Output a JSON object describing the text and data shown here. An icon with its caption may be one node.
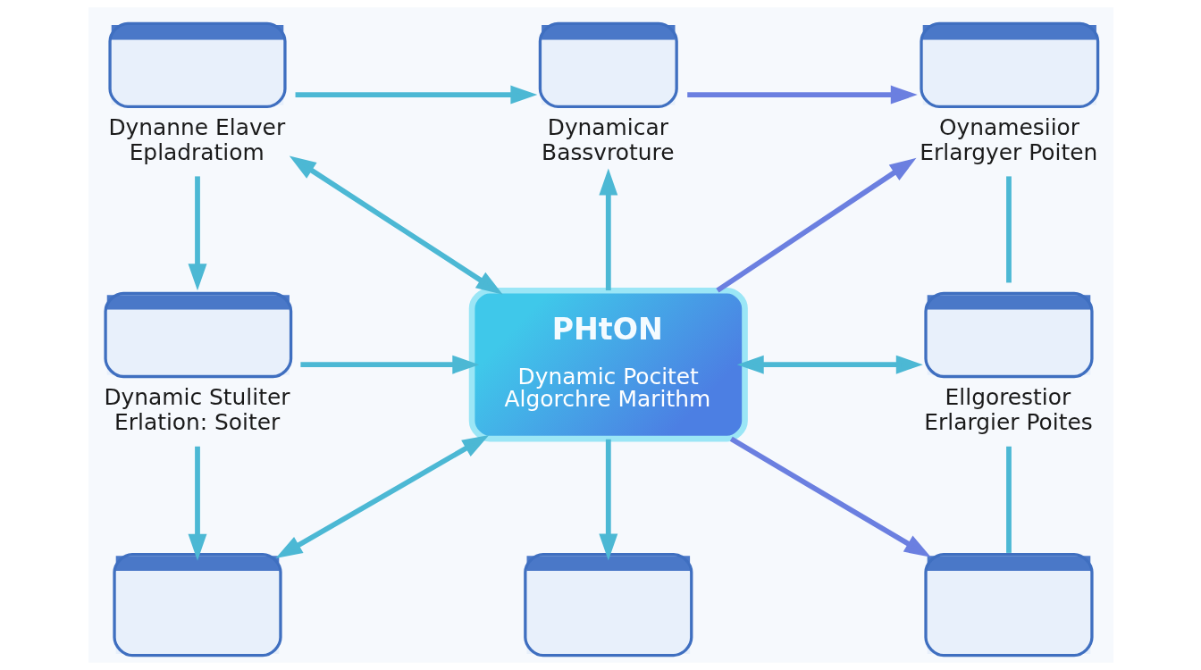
{
  "diagram": {
    "nodes": [
      {
        "text": [
          "Dynanne Elaver Epladratiom"
        ]
      },
      {
        "text": [
          "Dynamicar Bassvroture"
        ]
      },
      {
        "text": [
          "Oynamesiior Erlargyer Poiten"
        ]
      },
      {
        "text": [
          "Dynamic Stuliter Erlation: Soiter"
        ]
      },
      {
        "text": [
          "PHtON",
          "Dynamic Pocitet Algorchre Marithm"
        ]
      },
      {
        "text": [
          "Ellgorestior Erlargier Poites"
        ]
      },
      {
        "text": [],
        "shape": "picture"
      },
      {
        "text": [],
        "shape": "picture"
      },
      {
        "text": [],
        "shape": "picture"
      }
    ],
    "edges": [
      {
        "from": 0,
        "to": 1,
        "arrow": "to"
      },
      {
        "from": 1,
        "to": 2,
        "arrow": "to",
        "color": "#6b7fe0"
      },
      {
        "from": 4,
        "to": 0,
        "arrow": "both"
      },
      {
        "from": 4,
        "to": 1,
        "arrow": "to"
      },
      {
        "from": 4,
        "to": 2,
        "arrow": "to",
        "color": "#6b7fe0"
      },
      {
        "from": 0,
        "to": 3,
        "arrow": "to"
      },
      {
        "from": 2,
        "to": 5,
        "arrow": "none"
      },
      {
        "from": 3,
        "to": 4,
        "arrow": "to"
      },
      {
        "from": 4,
        "to": 5,
        "arrow": "both"
      },
      {
        "from": 3,
        "to": 6,
        "arrow": "to"
      },
      {
        "from": 4,
        "to": 6,
        "arrow": "both"
      },
      {
        "from": 4,
        "to": 7,
        "arrow": "to"
      },
      {
        "from": 4,
        "to": 8,
        "arrow": "to",
        "color": "#6b7fe0"
      },
      {
        "from": 5,
        "to": 8,
        "arrow": "none"
      }
    ]
  }
}
